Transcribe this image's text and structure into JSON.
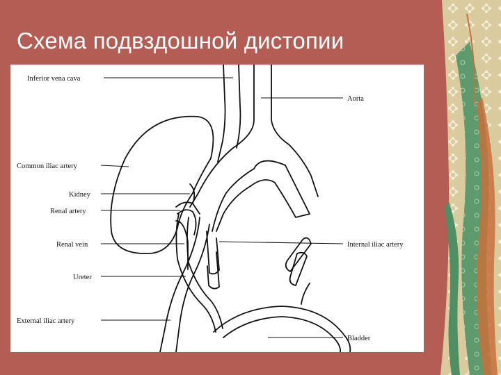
{
  "slide": {
    "title": "Схема подвздошной дистопии",
    "background_color": "#b35d55",
    "title_color": "#ffffff"
  },
  "diagram": {
    "labels": {
      "inferior_vena_cava": "Inferior vena cava",
      "aorta": "Aorta",
      "common_iliac_artery": "Common iliac artery",
      "kidney": "Kidney",
      "renal_artery": "Renal artery",
      "renal_vein": "Renal vein",
      "internal_iliac_artery": "Internal iliac artery",
      "ureter": "Ureter",
      "external_iliac_artery": "External iliac artery",
      "bladder": "Bladder"
    }
  },
  "decoration": {
    "style": "floral-patterned-ribbon-border",
    "colors": [
      "#d8c89a",
      "#4f8f63",
      "#c8703c",
      "#f0e8d0"
    ]
  }
}
